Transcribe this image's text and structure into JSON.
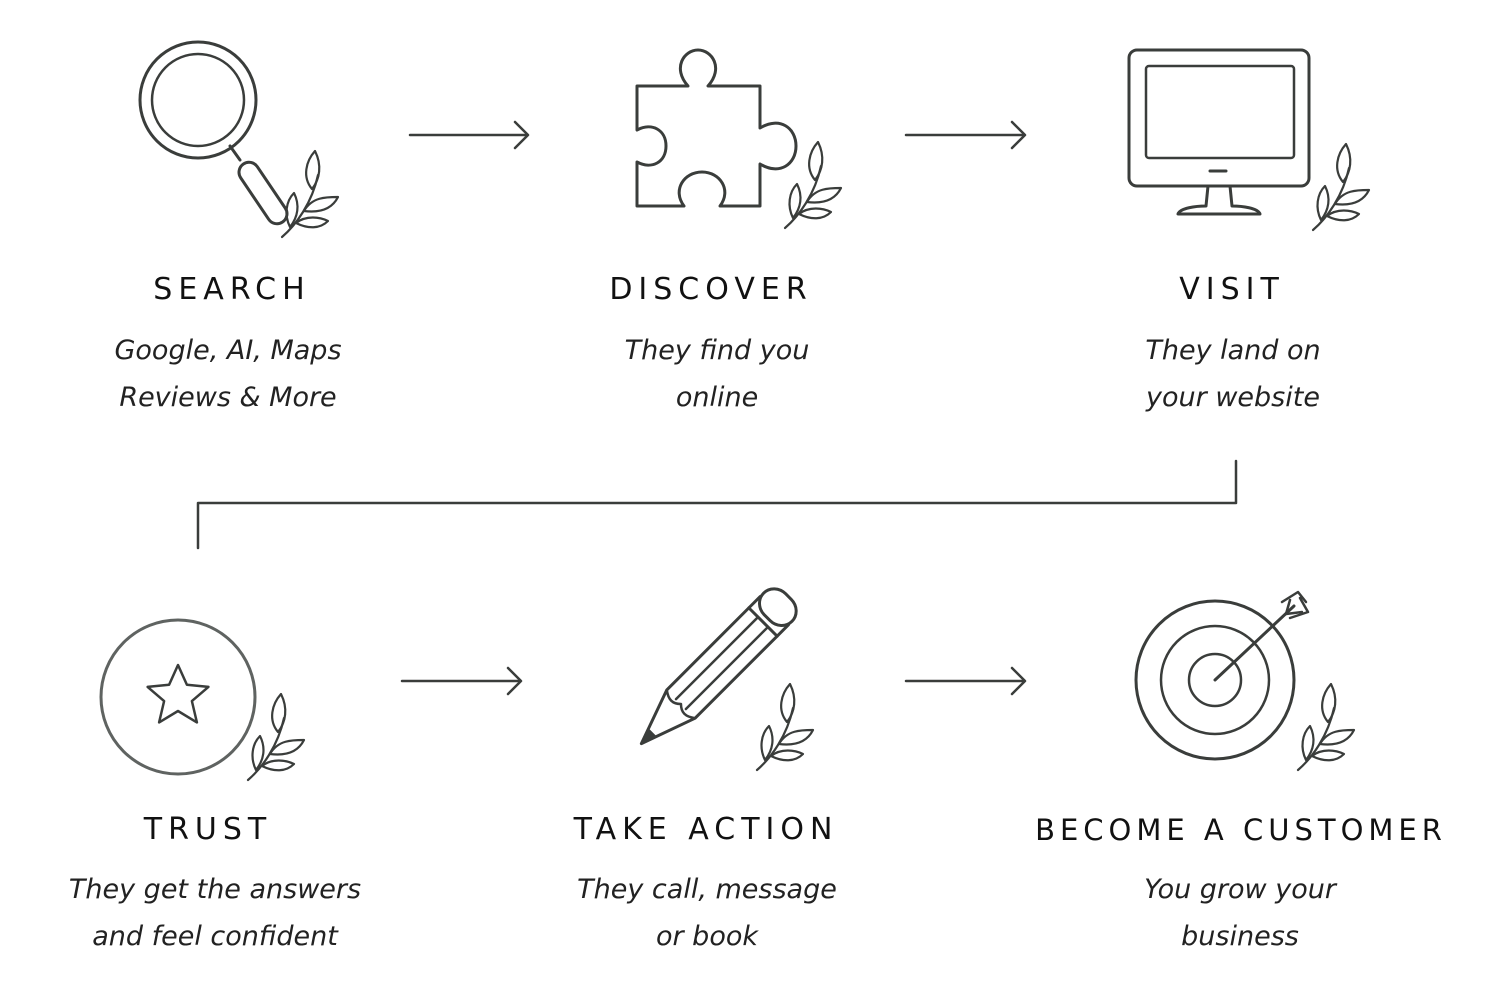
{
  "steps": [
    {
      "icon": "magnifying-glass-icon",
      "title": "SEARCH",
      "desc": [
        "Google, AI, Maps",
        "Reviews & More"
      ]
    },
    {
      "icon": "puzzle-piece-icon",
      "title": "DISCOVER",
      "desc": [
        "They find you",
        "online"
      ]
    },
    {
      "icon": "computer-monitor-icon",
      "title": "VISIT",
      "desc": [
        "They land on",
        "your website"
      ]
    },
    {
      "icon": "star-badge-icon",
      "title": "TRUST",
      "desc": [
        "They get the answers",
        "and feel confident"
      ]
    },
    {
      "icon": "pencil-icon",
      "title": "TAKE ACTION",
      "desc": [
        "They call, message",
        "or book"
      ]
    },
    {
      "icon": "target-arrow-icon",
      "title": "BECOME A CUSTOMER",
      "desc": [
        "You grow your",
        "business"
      ]
    }
  ],
  "colors": {
    "line": "#3a3d3b",
    "text": "#111111",
    "background": "#ffffff"
  }
}
